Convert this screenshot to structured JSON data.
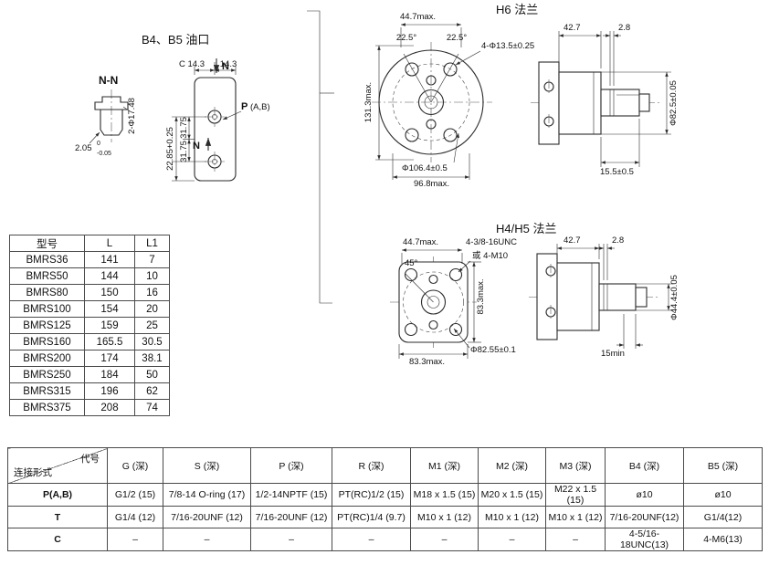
{
  "port_section": {
    "title": "B4、B5 油口",
    "section_label": "N-N",
    "dim_plug_dia": "2-Φ17.48",
    "dim_plug_depth": "2.05",
    "dim_plug_tol_top": "0",
    "dim_plug_tol_bot": "-0.05",
    "dim_c": "C 14.3",
    "dim_right": "14.3",
    "n_top": "N",
    "n_mid": "N",
    "p_label": "P",
    "ab_label": "(A,B)",
    "dim_v1": "31.75",
    "dim_v2": "31.75",
    "dim_v3": "22.85+0.25"
  },
  "h6": {
    "title": "H6 法兰",
    "dim_width": "44.7max.",
    "angle_l": "22.5°",
    "angle_r": "22.5°",
    "bolt_note": "4-Φ13.5±0.25",
    "dim_height": "131.3max.",
    "dim_pilot": "Φ106.4±0.5",
    "dim_span": "96.8max.",
    "dim_42_7": "42.7",
    "dim_2_8": "2.8",
    "dim_spigot": "Φ82.5±0.05",
    "dim_15_5": "15.5±0.5"
  },
  "h45": {
    "title": "H4/H5 法兰",
    "dim_width": "44.7max.",
    "angle": "45°",
    "bolt_note1": "4-3/8-16UNC",
    "bolt_note2": "或 4-M10",
    "dim_height": "83.3max.",
    "dim_span": "83.3max.",
    "dim_pilot": "Φ82.55±0.1",
    "dim_42_7": "42.7",
    "dim_2_8": "2.8",
    "dim_shaft": "Φ44.4±0.05",
    "dim_15": "15min"
  },
  "model_table": {
    "headers": [
      "型号",
      "L",
      "L1"
    ],
    "rows": [
      [
        "BMRS36",
        "141",
        "7"
      ],
      [
        "BMRS50",
        "144",
        "10"
      ],
      [
        "BMRS80",
        "150",
        "16"
      ],
      [
        "BMRS100",
        "154",
        "20"
      ],
      [
        "BMRS125",
        "159",
        "25"
      ],
      [
        "BMRS160",
        "165.5",
        "30.5"
      ],
      [
        "BMRS200",
        "174",
        "38.1"
      ],
      [
        "BMRS250",
        "184",
        "50"
      ],
      [
        "BMRS315",
        "196",
        "62"
      ],
      [
        "BMRS375",
        "208",
        "74"
      ]
    ]
  },
  "conn_table": {
    "corner_top": "代号",
    "corner_bottom": "连接形式",
    "headers": [
      "G (深)",
      "S (深)",
      "P (深)",
      "R (深)",
      "M1 (深)",
      "M2 (深)",
      "M3 (深)",
      "B4 (深)",
      "B5 (深)"
    ],
    "rows": [
      [
        "P(A,B)",
        "G1/2 (15)",
        "7/8-14 O-ring (17)",
        "1/2-14NPTF (15)",
        "PT(RC)1/2 (15)",
        "M18 x 1.5 (15)",
        "M20 x 1.5 (15)",
        "M22 x 1.5 (15)",
        "ø10",
        "ø10"
      ],
      [
        "T",
        "G1/4 (12)",
        "7/16-20UNF (12)",
        "7/16-20UNF (12)",
        "PT(RC)1/4 (9.7)",
        "M10 x 1   (12)",
        "M10 x 1   (12)",
        "M10 x 1   (12)",
        "7/16-20UNF(12)",
        "G1/4(12)"
      ],
      [
        "C",
        "–",
        "–",
        "–",
        "–",
        "–",
        "–",
        "–",
        "4-5/16-18UNC(13)",
        "4-M6(13)"
      ]
    ]
  }
}
